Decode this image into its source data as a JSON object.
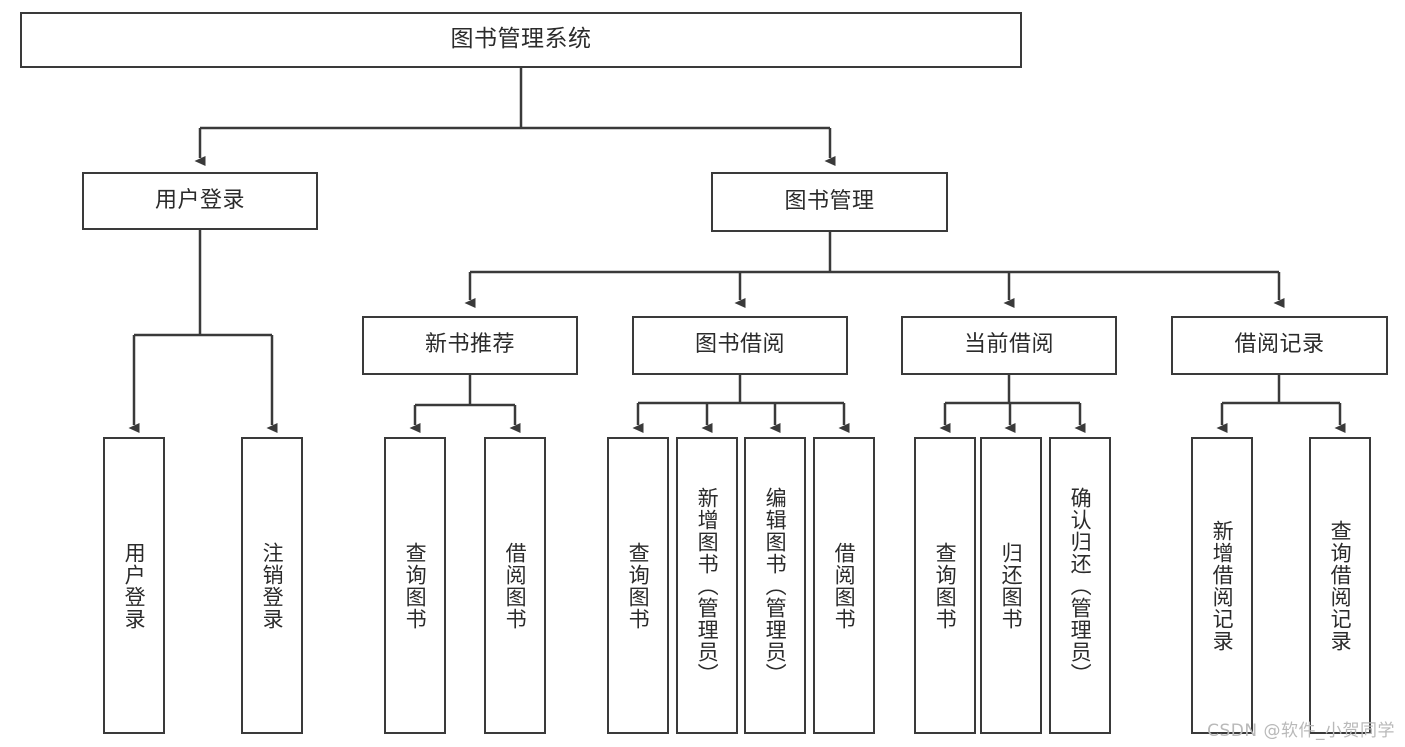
{
  "diagram": {
    "type": "tree-hierarchy-chart",
    "title": "图书管理系统",
    "colors": {
      "stroke": "#3a3a3a",
      "fill": "#ffffff",
      "text": "#2b2b2b",
      "watermark": "#b9b9b9"
    },
    "root": {
      "label": "图书管理系统"
    },
    "level1": [
      {
        "label": "用户登录"
      },
      {
        "label": "图书管理"
      }
    ],
    "level2": [
      {
        "label": "新书推荐"
      },
      {
        "label": "图书借阅"
      },
      {
        "label": "当前借阅"
      },
      {
        "label": "借阅记录"
      }
    ],
    "leaves": {
      "user_login": [
        {
          "label": "用户登录"
        },
        {
          "label": "注销登录"
        }
      ],
      "new_book_recommend": [
        {
          "label": "查询图书"
        },
        {
          "label": "借阅图书"
        }
      ],
      "book_borrow": [
        {
          "label": "查询图书"
        },
        {
          "label": "新增图书（管理员）"
        },
        {
          "label": "编辑图书（管理员）"
        },
        {
          "label": "借阅图书"
        }
      ],
      "current_borrow": [
        {
          "label": "查询图书"
        },
        {
          "label": "归还图书"
        },
        {
          "label": "确认归还（管理员）"
        }
      ],
      "borrow_record": [
        {
          "label": "新增借阅记录"
        },
        {
          "label": "查询借阅记录"
        }
      ]
    }
  },
  "watermark": {
    "text": "CSDN @软件_小贺同学"
  }
}
